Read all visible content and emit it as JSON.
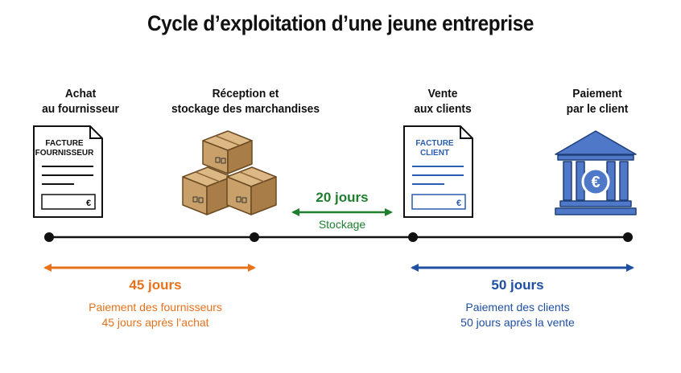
{
  "title": "Cycle d’exploitation d’une jeune entreprise",
  "steps": [
    {
      "line1": "Achat",
      "line2": "au fournisseur",
      "icon": "supplier-invoice-icon"
    },
    {
      "line1": "Réception et",
      "line2": "stockage des marchandises",
      "icon": "boxes-icon"
    },
    {
      "line1": "Vente",
      "line2": "aux clients",
      "icon": "client-invoice-icon"
    },
    {
      "line1": "Paiement",
      "line2": "par le client",
      "icon": "bank-icon"
    }
  ],
  "supplier_invoice": {
    "line1": "FACTURE",
    "line2": "FOURNISSEUR",
    "currency": "€"
  },
  "client_invoice": {
    "line1": "FACTURE",
    "line2": "CLIENT",
    "currency": "€"
  },
  "bank": {
    "symbol": "€"
  },
  "periods": {
    "storage": {
      "days": "20 jours",
      "label": "Stockage",
      "color": "#1e7e2e"
    },
    "supplier": {
      "days": "45 jours",
      "line1": "Paiement des fournisseurs",
      "line2": "45 jours après l’achat",
      "color": "#e8711c"
    },
    "client": {
      "days": "50 jours",
      "line1": "Paiement des clients",
      "line2": "50 jours après la vente",
      "color": "#1f4fa3"
    }
  },
  "colors": {
    "timeline": "#111111",
    "box": "#c9a06a",
    "box_dark": "#a87d47",
    "invoice_blue": "#2a5cb0",
    "bank_blue": "#4f78c8"
  }
}
